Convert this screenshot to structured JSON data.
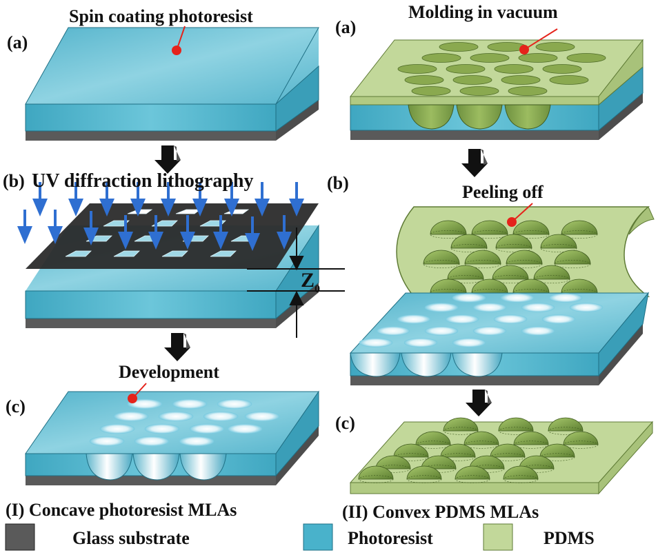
{
  "colors": {
    "glass": "#5a5a5a",
    "glass_side": "#707070",
    "photoresist_top": "#6dc3d6",
    "photoresist_side": "#3ea6c0",
    "photoresist_front": "#49b2cb",
    "pdms_top": "#c2d89a",
    "pdms_side": "#a8c27a",
    "lens_dark": "#6f8f3c",
    "lens_mid": "#8fae55",
    "mask": "#2b2b2b",
    "uv_arrow": "#2f6fd1",
    "marker": "#e5231b",
    "black_arrow": "#111111"
  },
  "column_I": {
    "step_a": {
      "letter": "(a)",
      "caption": "Spin coating photoresist"
    },
    "step_b": {
      "letter": "(b)",
      "caption": "UV diffraction lithography",
      "gap_symbol": "Z",
      "gap_subscript": "0"
    },
    "step_c": {
      "letter": "(c)",
      "caption": "Development"
    },
    "title": "(I) Concave photoresist MLAs"
  },
  "column_II": {
    "step_a": {
      "letter": "(a)",
      "caption": "Molding in vacuum"
    },
    "step_b": {
      "letter": "(b)",
      "caption": "Peeling off"
    },
    "step_c": {
      "letter": "(c)"
    },
    "title": "(II) Convex PDMS MLAs"
  },
  "legend": [
    {
      "label": "Glass substrate",
      "color_key": "glass"
    },
    {
      "label": "Photoresist",
      "color_key": "photoresist"
    },
    {
      "label": "PDMS",
      "color_key": "pdms"
    }
  ],
  "icons": [
    "down-arrow-icon",
    "uv-arrow-icon",
    "marker-dot-icon"
  ]
}
